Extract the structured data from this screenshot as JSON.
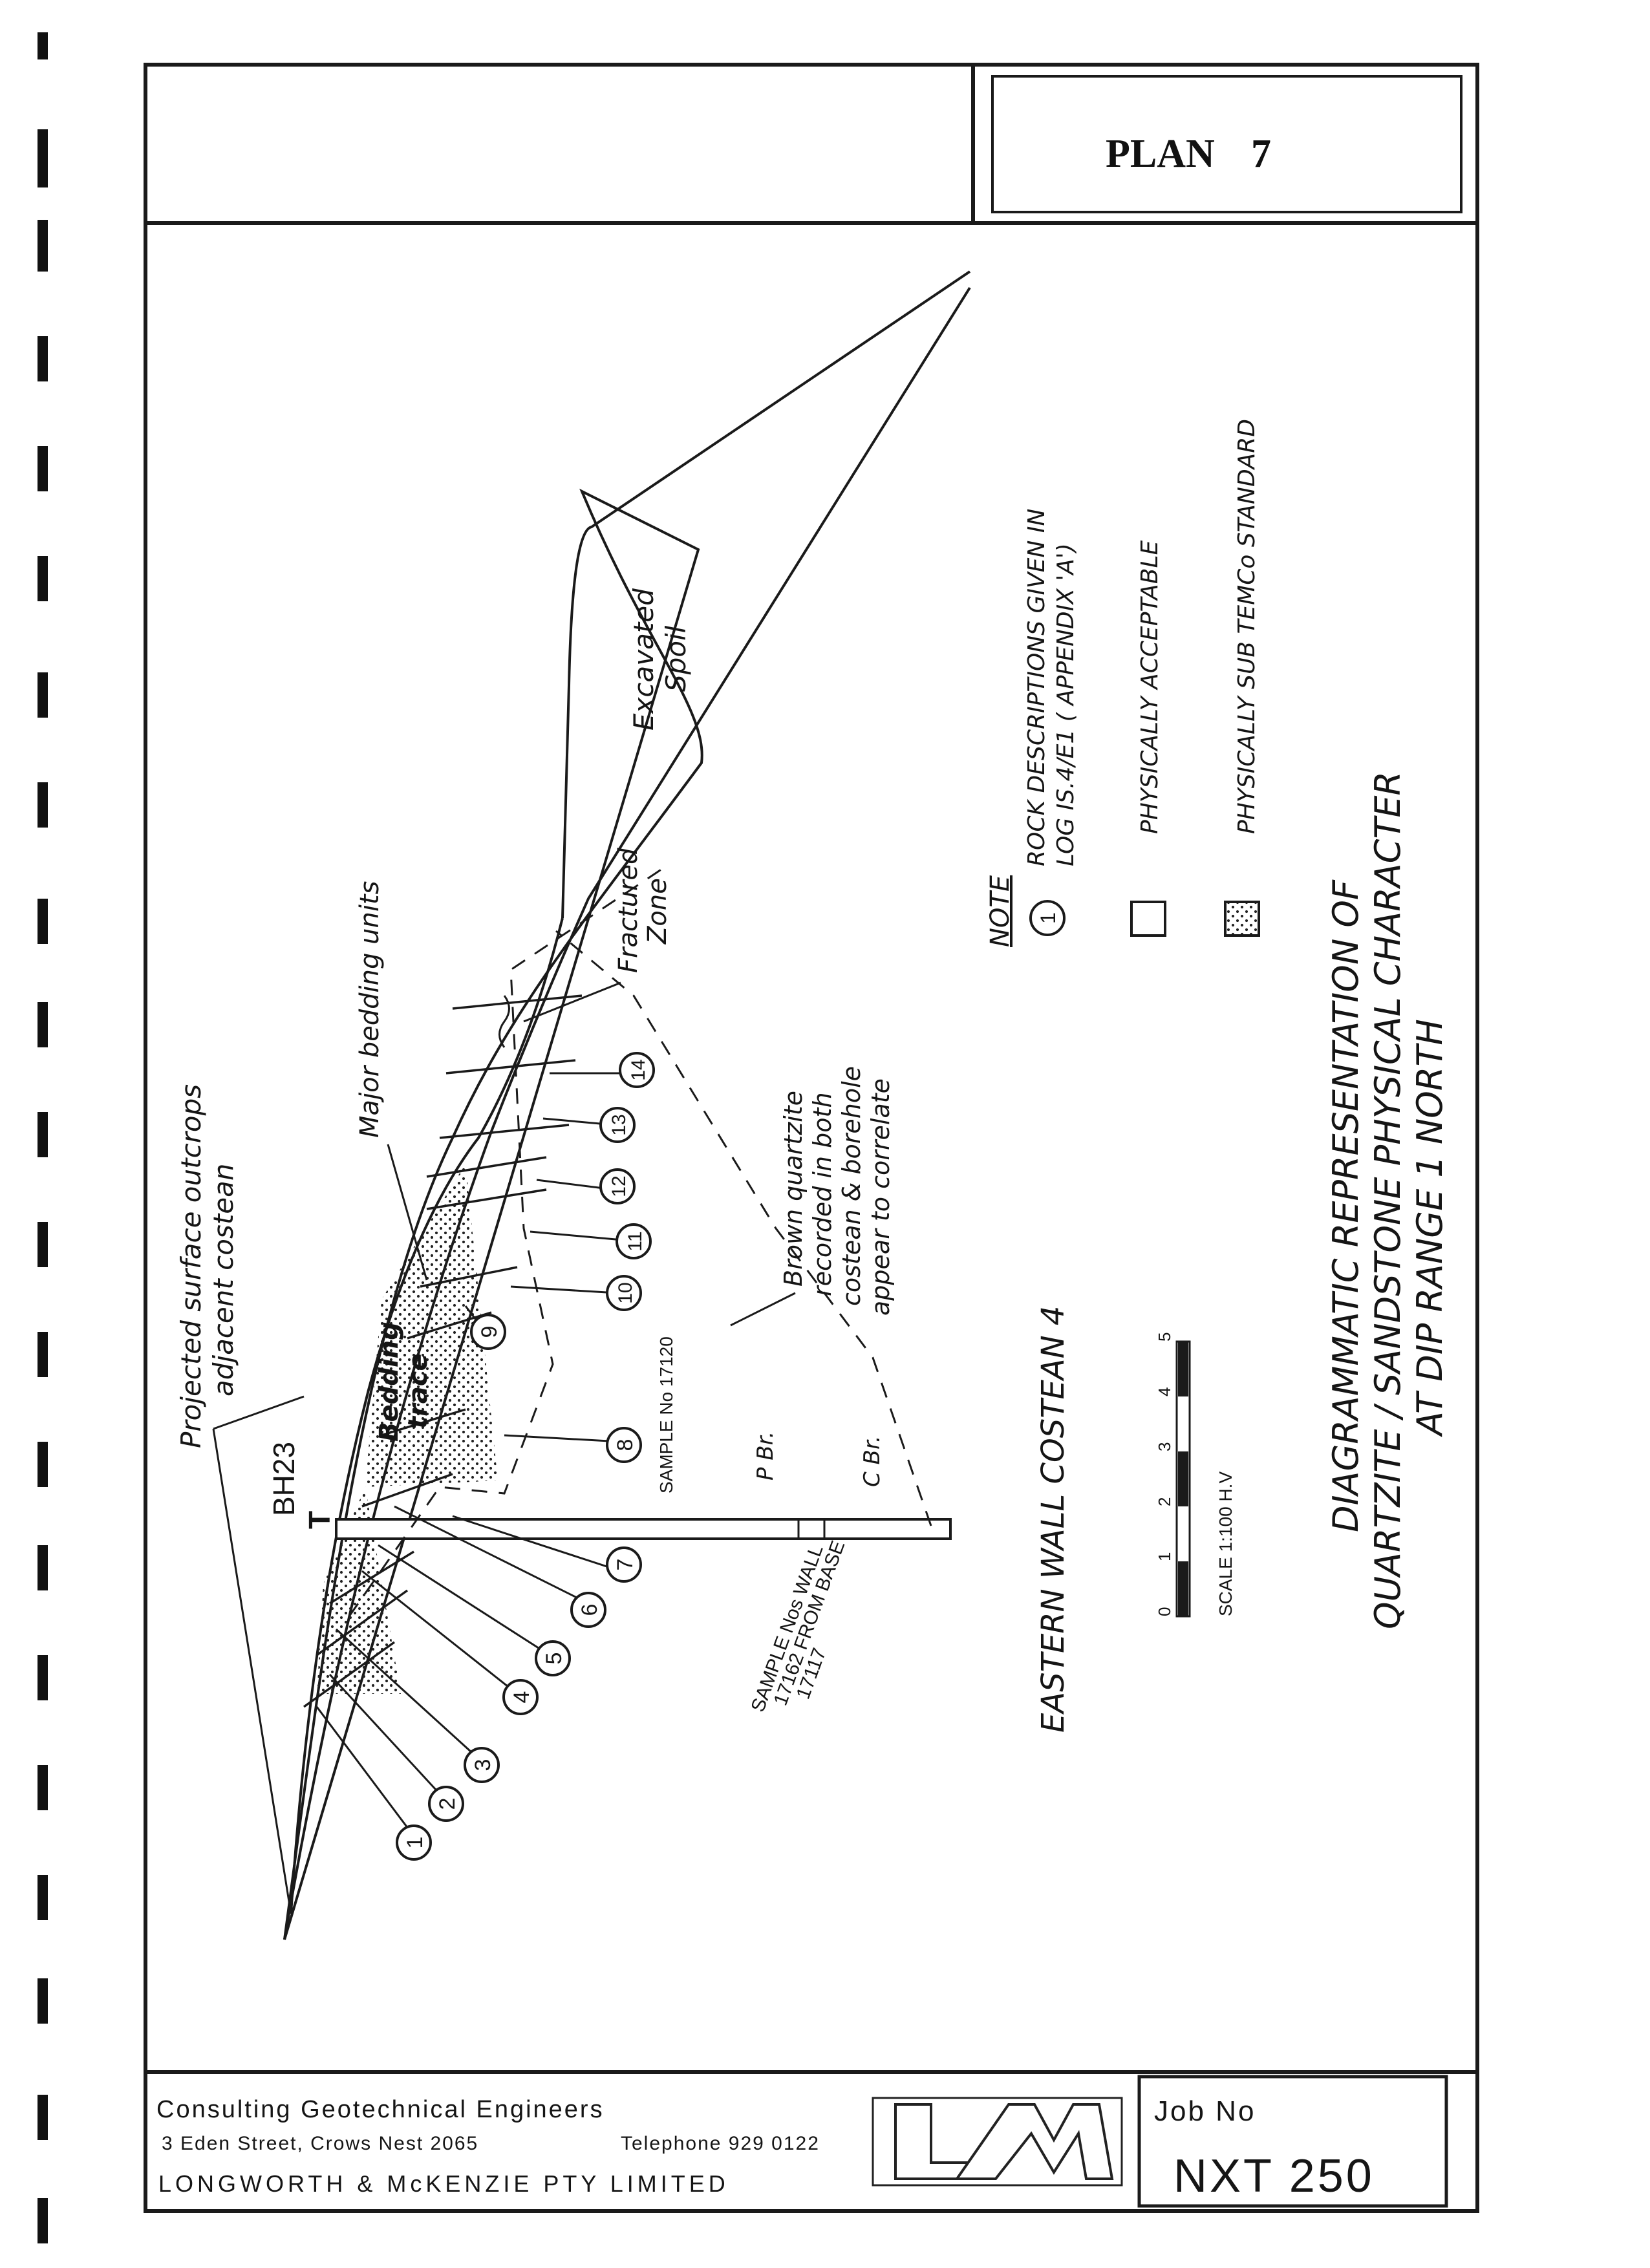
{
  "plan": {
    "label": "PLAN",
    "number": "7"
  },
  "diagram": {
    "title_lines": [
      "DIAGRAMMATIC REPRESENTATION OF",
      "QUARTZITE / SANDSTONE PHYSICAL CHARACTER",
      "AT DIP RANGE 1 NORTH"
    ],
    "subtitle": "EASTERN WALL COSTEAN 4",
    "borehole": "BH23",
    "borehole_marker": "T",
    "labels": {
      "projected_1": "Projected surface outcrops",
      "projected_2": "adjacent costean",
      "major_bedding": "Major bedding units",
      "bedding_1": "Bedding",
      "bedding_2": "trace",
      "fractured_1": "Fractured",
      "fractured_2": "Zone",
      "excavated_1": "Excavated",
      "excavated_2": "Spoil",
      "brown_1": "Brown quartzite",
      "brown_2": "recorded in both",
      "brown_3": "costean & borehole",
      "brown_4": "appear to correlate",
      "sample_a1": "SAMPLE Nos WALL",
      "sample_a2": "17162 FROM BASE",
      "sample_a3": "17117",
      "sample_b": "SAMPLE No 17120",
      "pbr": "P Br.",
      "cbr": "C Br."
    },
    "sample_numbers": [
      "1",
      "2",
      "3",
      "4",
      "5",
      "6",
      "7",
      "8",
      "9",
      "10",
      "11",
      "12",
      "13",
      "14"
    ],
    "scale": {
      "ticks": [
        "0",
        "1",
        "2",
        "3",
        "4",
        "5"
      ],
      "label": "SCALE 1:100 H.V"
    },
    "note": {
      "heading": "NOTE",
      "circle_symbol": "1",
      "rock_1": "ROCK DESCRIPTIONS GIVEN IN",
      "rock_2": "LOG IS.4/E1 ( APPENDIX 'A')",
      "acceptable": "PHYSICALLY ACCEPTABLE",
      "sub": "PHYSICALLY SUB TEMCo STANDARD"
    }
  },
  "title_block": {
    "line1": "Consulting Geotechnical Engineers",
    "address": "3 Eden Street, Crows Nest 2065",
    "telephone": "Telephone 929 0122",
    "company": "LONGWORTH & McKENZIE PTY LIMITED",
    "logo": "LM",
    "job_label": "Job No",
    "job_number": "NXT 250"
  }
}
